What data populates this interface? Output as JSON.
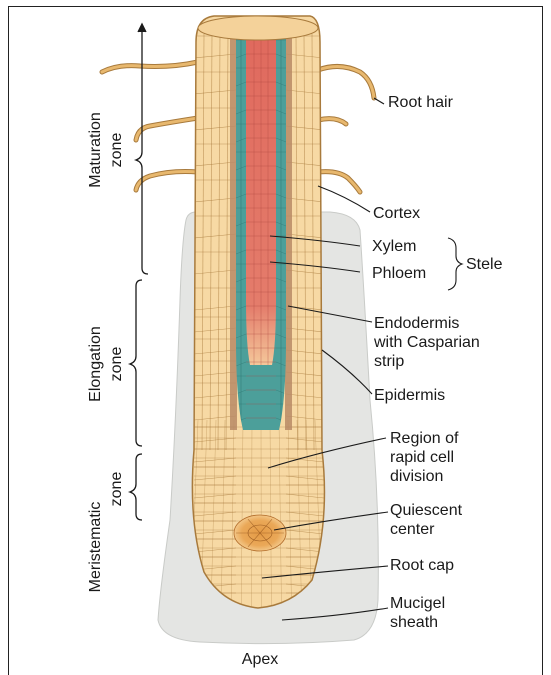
{
  "colors": {
    "cortex_fill": "#f7d9a4",
    "cell_line": "#a87a3c",
    "endodermis": "#b98a66",
    "phloem_teal": "#4c9f9a",
    "xylem_red": "#e06a5e",
    "mucigel": "#e4e5e3",
    "quiescent": "#e49a45",
    "root_hair": "#e8b86e"
  },
  "labels": {
    "root_hair": "Root hair",
    "cortex": "Cortex",
    "xylem": "Xylem",
    "phloem": "Phloem",
    "stele": "Stele",
    "endodermis_1": "Endodermis",
    "endodermis_2": "with Casparian",
    "endodermis_3": "strip",
    "epidermis": "Epidermis",
    "rapid_1": "Region of",
    "rapid_2": "rapid cell",
    "rapid_3": "division",
    "quiescent_1": "Quiescent",
    "quiescent_2": "center",
    "root_cap": "Root cap",
    "mucigel_1": "Mucigel",
    "mucigel_2": "sheath",
    "apex": "Apex"
  },
  "zones": {
    "maturation_1": "Maturation",
    "maturation_2": "zone",
    "elongation_1": "Elongation",
    "elongation_2": "zone",
    "meristematic_1": "Meristematic",
    "meristematic_2": "zone"
  }
}
